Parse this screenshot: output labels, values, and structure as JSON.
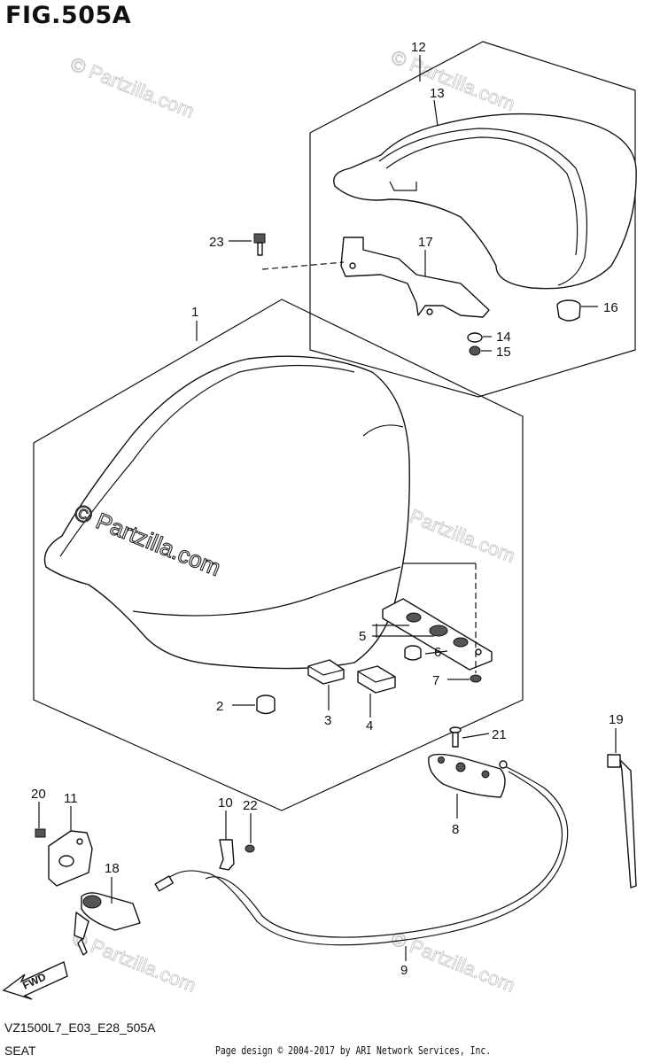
{
  "figure": {
    "title": "FIG.505A",
    "code": "VZ1500L7_E03_E28_505A",
    "name": "SEAT",
    "copyright": "Page design © 2004-2017 by ARI Network Services, Inc."
  },
  "watermark": {
    "text": "© Partzilla.com"
  },
  "fwd_arrow": {
    "label": "FWD"
  },
  "callouts": {
    "p1": "1",
    "p2": "2",
    "p3": "3",
    "p4": "4",
    "p5": "5",
    "p6": "6",
    "p7": "7",
    "p8": "8",
    "p9": "9",
    "p10": "10",
    "p11": "11",
    "p12": "12",
    "p13": "13",
    "p14": "14",
    "p15": "15",
    "p16": "16",
    "p17": "17",
    "p18": "18",
    "p19": "19",
    "p20": "20",
    "p21": "21",
    "p22": "22",
    "p23": "23"
  },
  "colors": {
    "line": "#111111",
    "watermark": "#c8c8c8",
    "background": "#ffffff"
  }
}
